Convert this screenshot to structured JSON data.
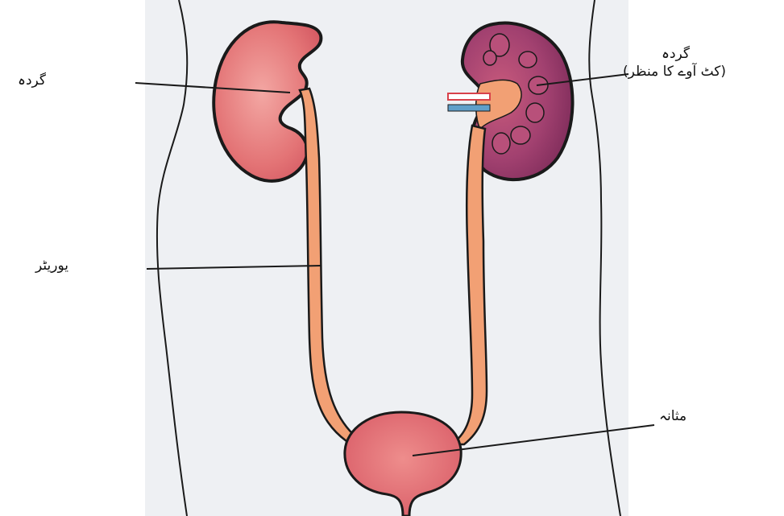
{
  "labels": {
    "kidney_left": "گردہ",
    "kidney_cut_title": "گردہ",
    "kidney_cut_sub": "(کٹ آوے کا منظر)",
    "ureter": "یوریٹر",
    "bladder": "مثانہ"
  },
  "colors": {
    "paper": "#ffffff",
    "panel": "#eef0f3",
    "outline": "#1a1a1a",
    "kidney_fill": "#e06a6e",
    "kidney_fill_light": "#f0a3a0",
    "ureter_fill": "#f2a074",
    "medulla_fill": "#8a2f5c",
    "pyramid_fill": "#b8507a",
    "vein_blue": "#5f9fc9",
    "artery_red": "#d8414a",
    "bladder_fill": "#e5767a"
  }
}
